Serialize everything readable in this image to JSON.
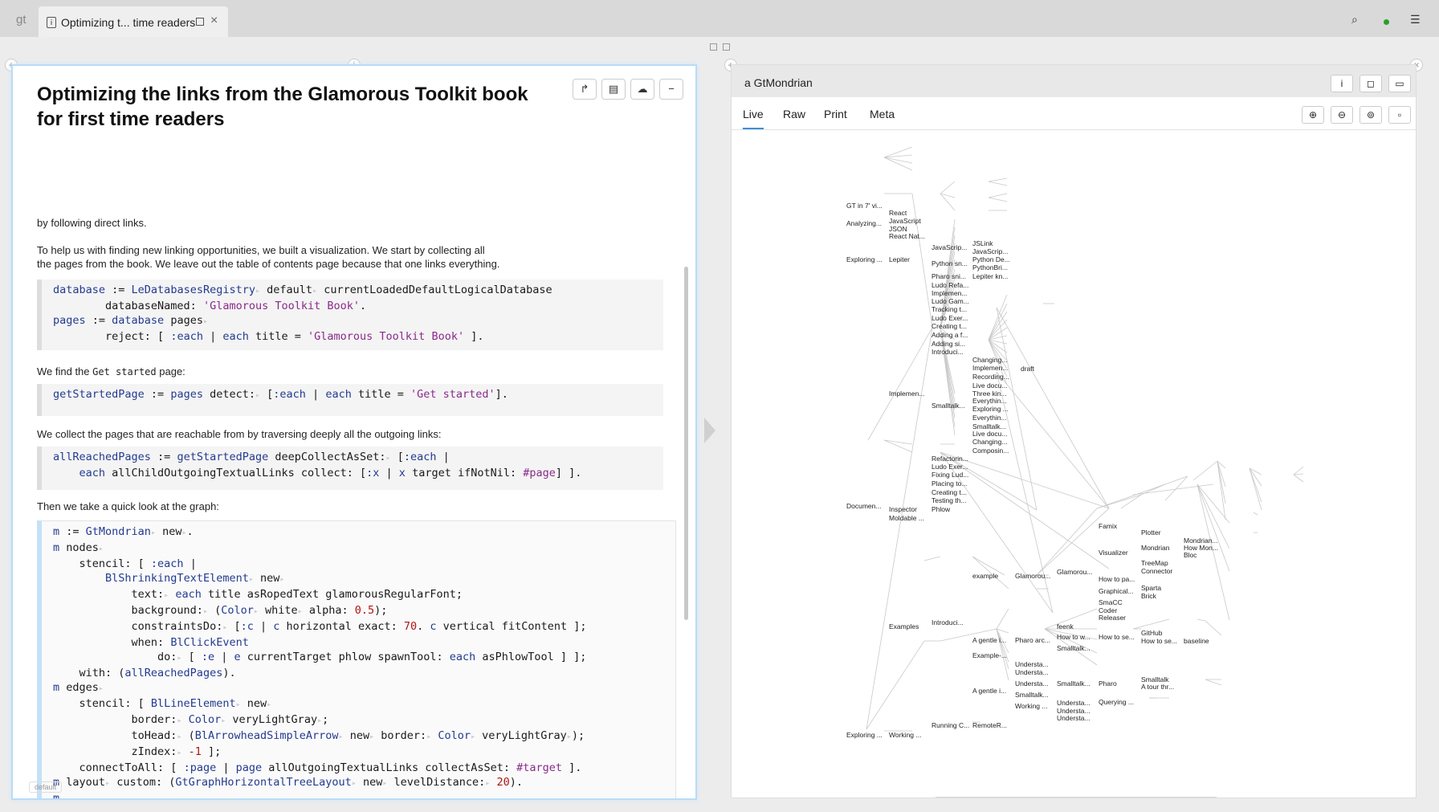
{
  "app": {
    "logo": "gt"
  },
  "tab": {
    "title": "Optimizing t... time readers",
    "close": "×"
  },
  "toolbar_right": {
    "search": "⌕",
    "menu": "☰"
  },
  "left": {
    "title": "Optimizing the links from the Glamorous Toolkit book for first time readers",
    "tool_icons": {
      "share": "↱",
      "clipboard": "▤",
      "cloud": "☁",
      "minimize": "−"
    },
    "p1": "by following direct links.",
    "p2a": "To help us with finding new linking opportunities, we built a visualization. We start by collecting all",
    "p2b": "the pages from the book. We leave out the table of contents page because that one links everything.",
    "p3_prefix": "We find the",
    "p3_code": "Get started",
    "p3_suffix": "page:",
    "p4": "We collect the pages that are reachable from by traversing deeply all the outgoing links:",
    "p5": "Then we take a quick look at the graph:",
    "default_badge": "default"
  },
  "right": {
    "title": "a GtMondrian",
    "tabs": [
      "Live",
      "Raw",
      "Print",
      "Meta"
    ],
    "header_buttons": [
      "i",
      "◻",
      "▭"
    ],
    "zoom_buttons": [
      "⊕",
      "⊖",
      "⊚",
      "▫"
    ],
    "graph_labels": {
      "n1": "GT in 7' vi...",
      "n2": "Analyzing...",
      "n3": "React",
      "n4": "JavaScript",
      "n5": "JSON",
      "n6": "React Nat...",
      "n7": "Exploring ...",
      "n8": "Lepiter",
      "n9": "JavaScrip...",
      "n10": "JSLink",
      "n11": "JavaScrip...",
      "n12": "Python sn...",
      "n13": "Python De...",
      "n14": "PythonBri...",
      "n15": "Pharo sni...",
      "n16": "Lepiter kn...",
      "n17": "Ludo Refa...",
      "n18": "Implemen...",
      "n19": "Ludo Gam...",
      "n20": "Tracking t...",
      "n21": "Ludo Exer...",
      "n22": "Creating t...",
      "n23": "Adding a f...",
      "n24": "Adding si...",
      "n25": "Introduci...",
      "n26": "Changing...",
      "n27": "Implemen...",
      "n28": "draft",
      "n29": "Recording...",
      "n30": "Live docu...",
      "n31": "Implemen...",
      "n32": "Three kin...",
      "n33": "Smalltalk...",
      "n34": "Everythin...",
      "n35": "Exploring ...",
      "n36": "Everythin...",
      "n37": "Smalltalk...",
      "n38": "Live docu...",
      "n39": "Changing...",
      "n40": "Composin...",
      "n41": "Refactorin...",
      "n42": "Ludo Exer...",
      "n43": "Fixing Lud...",
      "n44": "Placing to...",
      "n45": "Creating t...",
      "n46": "Testing th...",
      "n47": "Documen...",
      "n48": "Inspector",
      "n49": "Phlow",
      "n50": "Moldable ...",
      "n51": "Famix",
      "n52": "Plotter",
      "n53": "Mondrian...",
      "n54": "Visualizer",
      "n55": "Mondrian",
      "n56": "How Mon...",
      "n57": "Bloc",
      "n58": "TreeMap",
      "n59": "Connector",
      "n60": "example",
      "n61": "Glamorou...",
      "n62": "Glamorou...",
      "n63": "How to pa...",
      "n64": "Graphical...",
      "n65": "Sparta",
      "n66": "Brick",
      "n67": "SmaCC",
      "n68": "Coder",
      "n69": "Releaser",
      "n70": "Examples",
      "n71": "Introduci...",
      "n72": "feenk",
      "n73": "A gentle i...",
      "n74": "Pharo arc...",
      "n75": "How to w...",
      "n76": "How to se...",
      "n77": "GitHub",
      "n78": "How to se...",
      "n79": "baseline",
      "n80": "Smalltalk...",
      "n81": "Example-...",
      "n82": "Understa...",
      "n83": "Understa...",
      "n84": "A gentle i...",
      "n85": "Understa...",
      "n86": "Smalltalk...",
      "n87": "Pharo",
      "n88": "Smalltalk",
      "n89": "A tour thr...",
      "n90": "Smalltalk...",
      "n91": "Working ...",
      "n92": "Understa...",
      "n93": "Querying ...",
      "n94": "Understa...",
      "n95": "Understa...",
      "n96": "Running C...",
      "n97": "RemoteR...",
      "n98": "Exploring ...",
      "n99": "Working ..."
    }
  }
}
